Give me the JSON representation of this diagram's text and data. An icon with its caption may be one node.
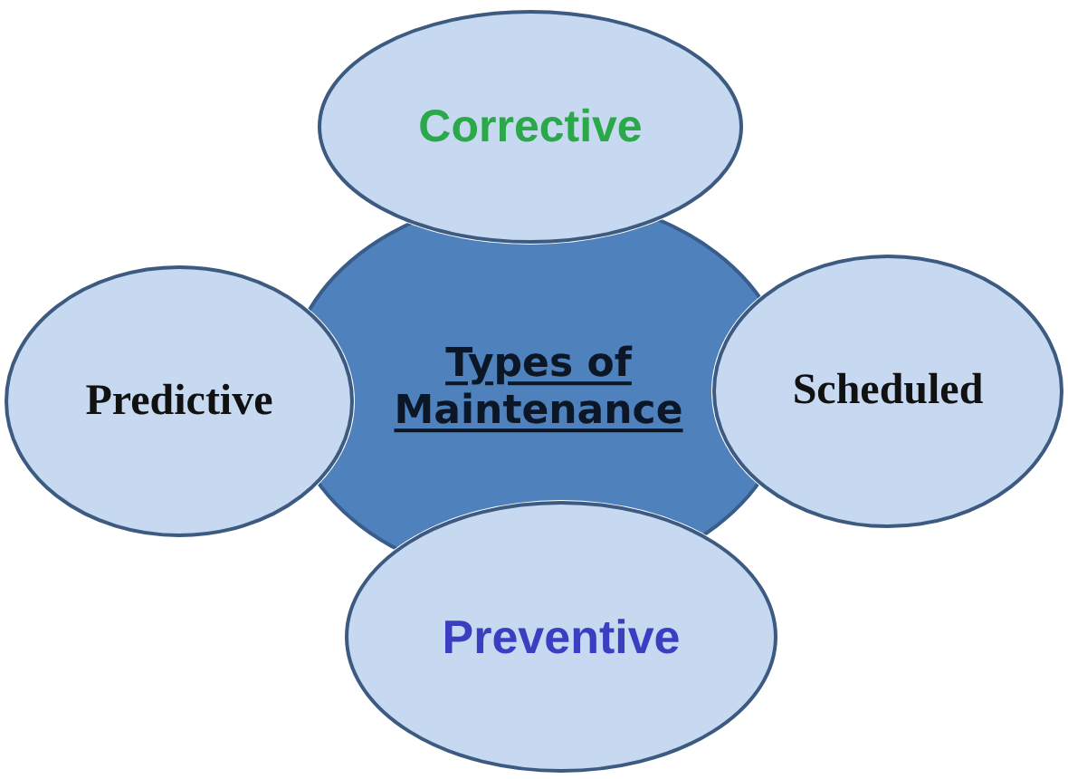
{
  "diagram": {
    "nodes": [
      {
        "text": [
          "Corrective"
        ]
      },
      {
        "text": [
          "Predictive"
        ]
      },
      {
        "text": [
          "Types of Maintenance"
        ]
      },
      {
        "text": [
          "Scheduled"
        ]
      },
      {
        "text": [
          "Preventive"
        ]
      }
    ]
  }
}
